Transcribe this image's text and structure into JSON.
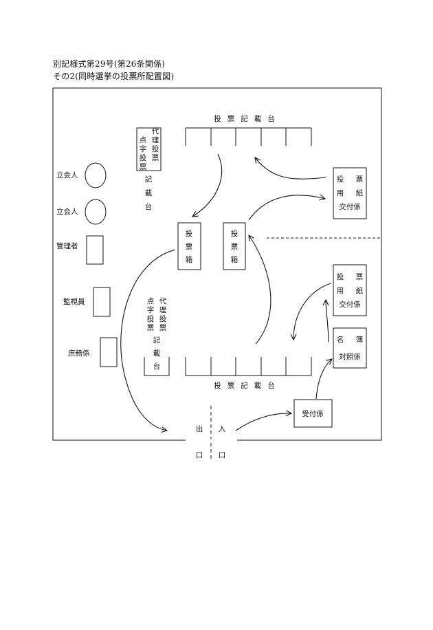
{
  "header": {
    "line1": "別記様式第29号(第26条関係)",
    "line2": "その2(同時選挙の投票所配置図)"
  },
  "diagram": {
    "desk_top_label": "投票記載台",
    "desk_bottom_label": "投票記載台",
    "braille_top": {
      "col_left": "点字投票",
      "col_right": "代理投票",
      "sub": "記載台"
    },
    "braille_bottom": {
      "col_left": "点字投票",
      "col_right": "代理投票",
      "sub": "記載台"
    },
    "observer_1": "立会人",
    "observer_2": "立会人",
    "manager": "管理者",
    "supervisor": "監視員",
    "clerk": "庶務係",
    "ballot_box_1": "投票箱",
    "ballot_box_2": "投票箱",
    "ballot_issue_top": [
      "投",
      "票",
      "用",
      "紙",
      "交付係"
    ],
    "ballot_issue_bottom": [
      "投",
      "票",
      "用",
      "紙",
      "交付係"
    ],
    "roll_check": [
      "名",
      "簿",
      "対照係"
    ],
    "reception": "受付係",
    "exit": [
      "出",
      "口"
    ],
    "entrance": [
      "入",
      "口"
    ]
  }
}
